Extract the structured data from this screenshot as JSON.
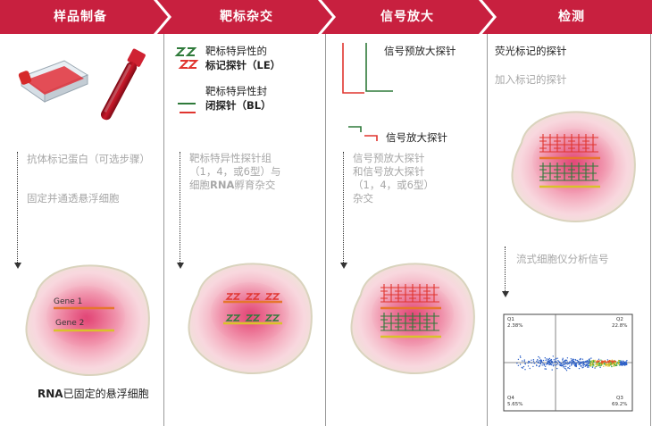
{
  "steps": [
    {
      "title": "样品制备"
    },
    {
      "title": "靶标杂交"
    },
    {
      "title": "信号放大"
    },
    {
      "title": "检测"
    }
  ],
  "col1": {
    "note1": "抗体标记蛋白（可选步骤）",
    "note2": "固定并通透悬浮细胞",
    "gene1": "Gene 1",
    "gene2": "Gene 2",
    "caption_bold": "RNA",
    "caption_rest": "已固定的悬浮细胞"
  },
  "col2": {
    "le_line1": "靶标特异性的",
    "le_line2": "标记探针（LE）",
    "bl_line1": "靶标特异性封",
    "bl_line2": "闭探针（BL）",
    "note_line1": "靶标特异性探针组",
    "note_line2": "（1，4，或6型）与",
    "note_line3_pre": "细胞",
    "note_line3_bold": "RNA",
    "note_line3_post": "孵育杂交"
  },
  "col3": {
    "preamp_label": "信号预放大探针",
    "amp_label": "信号放大探针",
    "note_line1": "信号预放大探针",
    "note_line2": "和信号放大探针",
    "note_line3": "（1，4，或6型）",
    "note_line4": "杂交"
  },
  "col4": {
    "label1": "荧光标记的探针",
    "label2": "加入标记的探针",
    "label3": "流式细胞仪分析信号",
    "q1": "Q1",
    "q1_val": "2.38%",
    "q2": "Q2",
    "q2_val": "22.8%",
    "q3": "Q3",
    "q3_val": "69.2%",
    "q4": "Q4",
    "q4_val": "5.65%"
  },
  "colors": {
    "banner": "#c8203f",
    "red_probe": "#e0352f",
    "green_probe": "#2f7a3a",
    "gene1": "#e6762c",
    "gene2": "#d9c229"
  }
}
